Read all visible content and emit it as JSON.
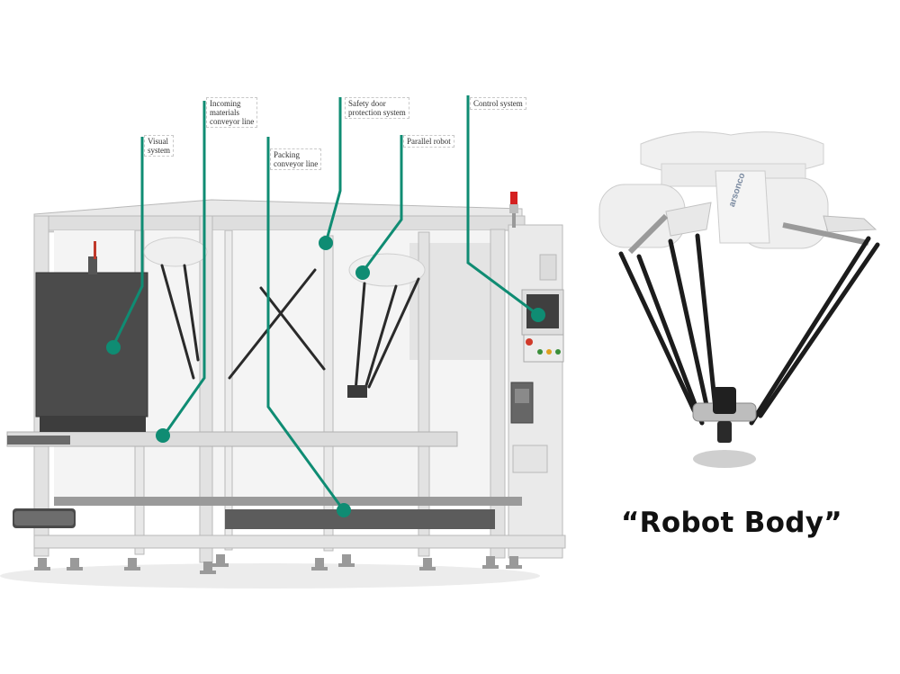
{
  "labels": {
    "visual_system": "Visual\nsystem",
    "incoming_conveyor": "Incoming\nmaterials\nconveyor line",
    "packing_conveyor": "Packing\nconveyor line",
    "safety_door": "Safety door\nprotection system",
    "parallel_robot": "Parallel robot",
    "control_system": "Control system"
  },
  "robot_brand": "arsonco",
  "caption": "“Robot Body”",
  "colors": {
    "callout_line": "#0f8c73",
    "frame": "#e6e6e6",
    "frame_edge": "#b9b9b9",
    "vision_cabinet": "#4b4b4b",
    "robot_body": "#eeeeee",
    "robot_arm": "#1c1c1c"
  }
}
